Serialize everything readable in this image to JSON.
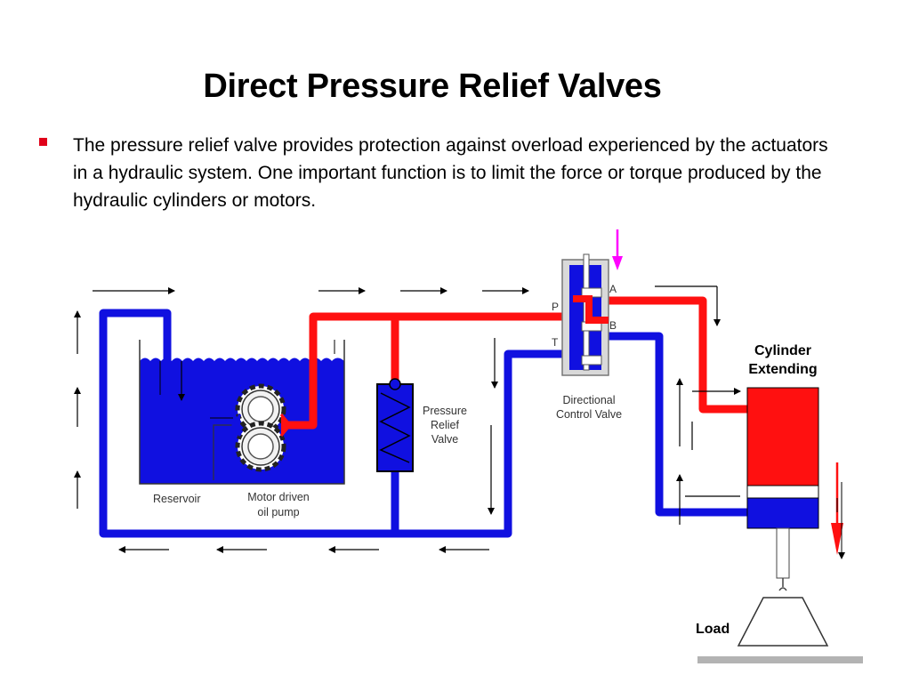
{
  "slide": {
    "title": "Direct Pressure Relief Valves",
    "bullet_text": "The pressure relief valve provides protection against overload experienced by the actuators in a hydraulic system.   One important function is to limit the force or torque produced by the hydraulic cylinders or motors."
  },
  "diagram": {
    "labels": {
      "reservoir": "Reservoir",
      "pump_line1": "Motor driven",
      "pump_line2": "oil pump",
      "relief_line1": "Pressure",
      "relief_line2": "Relief",
      "relief_line3": "Valve",
      "dcv_line1": "Directional",
      "dcv_line2": "Control Valve",
      "port_p": "P",
      "port_t": "T",
      "port_a": "A",
      "port_b": "B",
      "cylinder_line1": "Cylinder",
      "cylinder_line2": "Extending",
      "load": "Load"
    },
    "colors": {
      "pressure_line": "#ff1010",
      "return_line": "#1010e0",
      "oil": "#1010e0",
      "actuation_arrow": "#ff00ff",
      "load_arrow": "#ff1010",
      "bullet": "#e0001a"
    }
  }
}
